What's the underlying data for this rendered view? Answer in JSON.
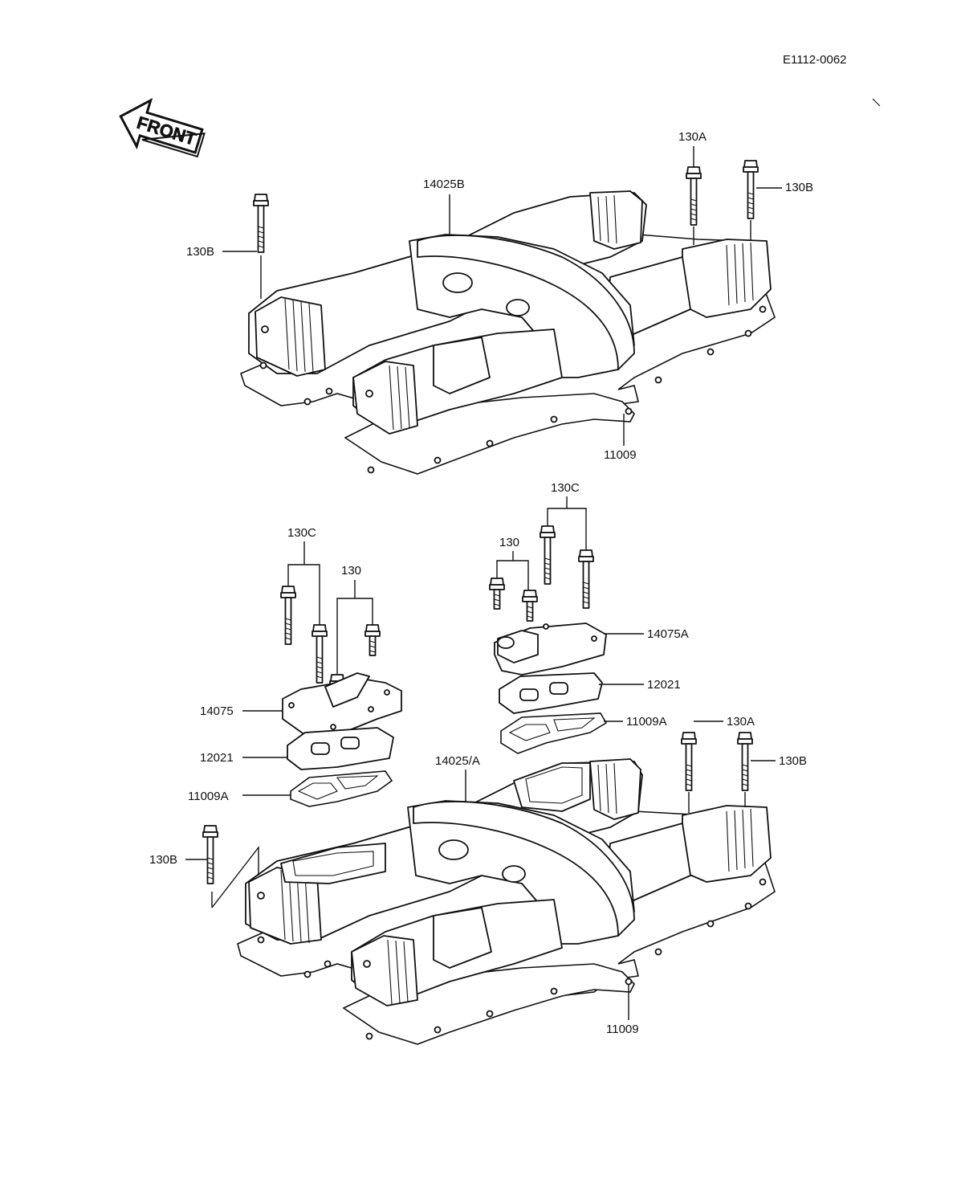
{
  "diagram_code": "E1112-0062",
  "front_label": "FRONT",
  "parts": {
    "top_cover": "14025B",
    "top_gasket": "11009",
    "top_bolt_a": "130A",
    "top_bolt_b_right": "130B",
    "top_bolt_b_left": "130B",
    "left_bolts_130c": "130C",
    "left_bolts_130": "130",
    "left_cap": "14075",
    "left_plate": "12021",
    "left_gasket": "11009A",
    "right_bolts_130c": "130C",
    "right_bolts_130": "130",
    "right_cap": "14075A",
    "right_plate": "12021",
    "right_gasket": "11009A",
    "bottom_cover": "14025/A",
    "bottom_bolt_a": "130A",
    "bottom_bolt_b_right": "130B",
    "bottom_bolt_b_left": "130B",
    "bottom_gasket": "11009"
  }
}
